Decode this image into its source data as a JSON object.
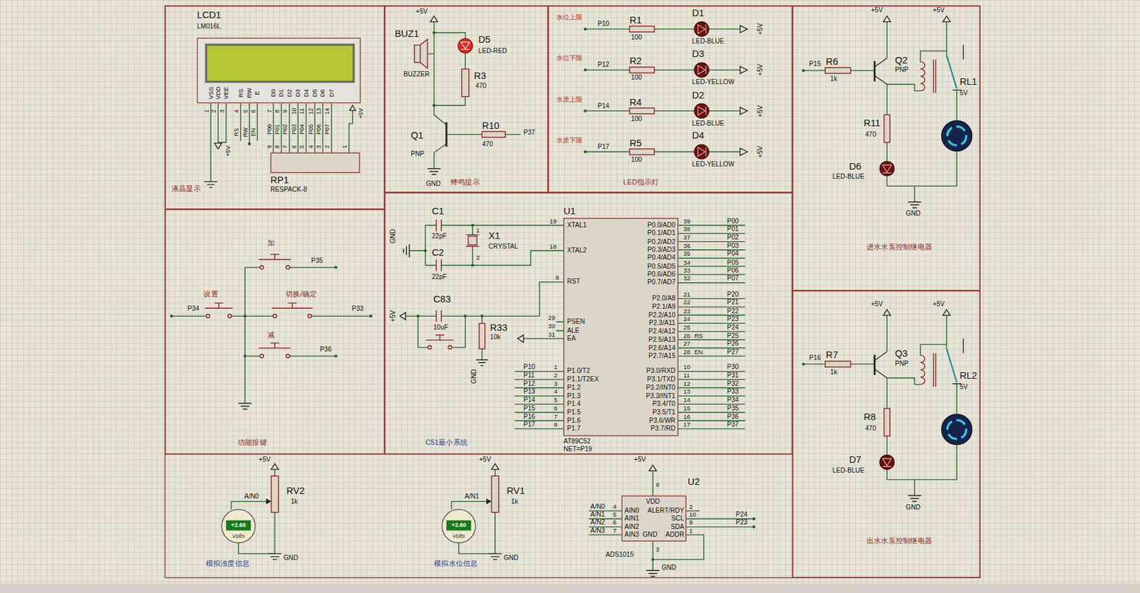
{
  "diagram": {
    "nodes": [
      {
        "text": [
          "液晶显示"
        ]
      },
      {
        "text": [
          "LCD1",
          "LM016L"
        ],
        "in": 0
      },
      {
        "text": [
          "RP1",
          "RESPACK-8"
        ],
        "in": 0
      },
      {
        "text": [
          "蜂鸣提示"
        ]
      },
      {
        "text": [
          "LED指示灯"
        ]
      },
      {
        "text": [
          "进水水泵控制继电器"
        ]
      },
      {
        "text": [
          "功能按键"
        ]
      },
      {
        "text": [
          "C51最小系统"
        ]
      },
      {
        "text": [
          "U1",
          "AT89C52",
          "NET=P19"
        ],
        "in": 7
      },
      {
        "text": [
          "出水水泵控制继电器"
        ]
      },
      {
        "text": [
          "U2",
          "ADS1015"
        ]
      }
    ],
    "edges": [
      {
        "from": 1,
        "to": 2,
        "arrow": "none"
      }
    ],
    "labels": [
      "VSS",
      "VDD",
      "VEE",
      "RS",
      "RW",
      "E",
      "D0",
      "D1",
      "D2",
      "D3",
      "D4",
      "D5",
      "D6",
      "D7",
      "1",
      "2",
      "3",
      "4",
      "5",
      "6",
      "7",
      "8",
      "9",
      "10",
      "11",
      "12",
      "13",
      "14",
      "RS",
      "RW",
      "EN",
      "P00",
      "P01",
      "P02",
      "P03",
      "P04",
      "P05",
      "P06",
      "P07",
      "9",
      "8",
      "7",
      "6",
      "5",
      "4",
      "3",
      "2",
      "1",
      "+5V",
      "+5V",
      "+5V",
      "BUZ1",
      "BUZZER",
      "D5",
      "LED-RED",
      "R3",
      "470",
      "Q1",
      "PNP",
      "R10",
      "470",
      "P37",
      "GND",
      "水位上限",
      "水位下限",
      "水质上限",
      "水质下限",
      "P10",
      "P12",
      "P14",
      "P17",
      "R1",
      "R2",
      "R4",
      "R5",
      "100",
      "100",
      "100",
      "100",
      "D1",
      "D3",
      "D2",
      "D4",
      "LED-BLUE",
      "LED-YELLOW",
      "LED-BLUE",
      "LED-YELLOW",
      "+5V",
      "+5V",
      "+5V",
      "+5V",
      "P15",
      "P16",
      "R6",
      "R7",
      "1k",
      "1k",
      "+5V",
      "+5V",
      "+5V",
      "+5V",
      "Q2",
      "Q3",
      "PNP",
      "PNP",
      "RL1",
      "RL2",
      "5V",
      "5V",
      "R11",
      "R8",
      "470",
      "470",
      "D6",
      "D7",
      "LED-BLUE",
      "LED-BLUE",
      "GND",
      "GND",
      "加",
      "P35",
      "设置",
      "P34",
      "切换/确定",
      "P33",
      "减",
      "P36",
      "C1",
      "22pF",
      "C2",
      "22pF",
      "GND",
      "X1",
      "CRYSTAL",
      "1",
      "2",
      "19",
      "18",
      "9",
      "C83",
      "10uF",
      "+5V",
      "R33",
      "10k",
      "GND",
      "29",
      "30",
      "31",
      "XTAL1",
      "XTAL2",
      "RST",
      "PSEN",
      "ALE",
      "EA",
      "P10",
      "P11",
      "P12",
      "P13",
      "P14",
      "P15",
      "P16",
      "P17",
      "1",
      "2",
      "3",
      "4",
      "5",
      "6",
      "7",
      "8",
      "P1.0/T2",
      "P1.1/T2EX",
      "P1.2",
      "P1.3",
      "P1.4",
      "P1.5",
      "P1.6",
      "P1.7",
      "P0.0/AD0",
      "P0.1/AD1",
      "P0.2/AD2",
      "P0.3/AD3",
      "P0.4/AD4",
      "P0.5/AD5",
      "P0.6/AD6",
      "P0.7/AD7",
      "39",
      "38",
      "37",
      "36",
      "35",
      "34",
      "33",
      "32",
      "P00",
      "P01",
      "P02",
      "P03",
      "P04",
      "P05",
      "P06",
      "P07",
      "P2.0/A8",
      "P2.1/A9",
      "P2.2/A10",
      "P2.3/A11",
      "P2.4/A12",
      "P2.5/A13",
      "P2.6/A14",
      "P2.7/A15",
      "21",
      "22",
      "23",
      "24",
      "25",
      "26",
      "27",
      "28",
      "P20",
      "P21",
      "P22",
      "P23",
      "P24",
      "P25",
      "P26",
      "P27",
      "RS",
      "EN",
      "P3.0/RXD",
      "P3.1/TXD",
      "P3.2/INT0",
      "P3.3/INT1",
      "P3.4/T0",
      "P3.5/T1",
      "P3.6/WR",
      "P3.7/RD",
      "10",
      "11",
      "12",
      "13",
      "14",
      "15",
      "16",
      "17",
      "P30",
      "P31",
      "P32",
      "P33",
      "P34",
      "P35",
      "P36",
      "P37",
      "+5V",
      "+5V",
      "RV2",
      "RV1",
      "1k",
      "1k",
      "A/N0",
      "A/N1",
      "+2.60",
      "+2.60",
      "Volts",
      "Volts",
      "GND",
      "GND",
      "模拟浊度信息",
      "模拟水位信息",
      "+5V",
      "8",
      "A/N0",
      "A/N1",
      "A/N2",
      "A/N3",
      "4",
      "5",
      "6",
      "7",
      "VDD",
      "AIN0",
      "AIN1",
      "AIN2",
      "AIN3",
      "ALERT/RDY",
      "SCL",
      "SDA",
      "GND",
      "ADDR",
      "2",
      "10",
      "9",
      "1",
      "P24",
      "P23",
      "3",
      "GND"
    ]
  }
}
